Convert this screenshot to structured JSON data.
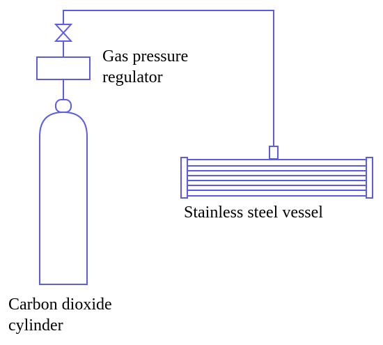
{
  "diagram": {
    "labels": {
      "regulator": [
        "Gas pressure",
        "regulator"
      ],
      "vessel": "Stainless steel vessel",
      "cylinder": [
        "Carbon dioxide",
        "cylinder"
      ]
    },
    "colors": {
      "line": "#5b5bf0",
      "text": "#000000",
      "background": "#ffffff"
    }
  }
}
